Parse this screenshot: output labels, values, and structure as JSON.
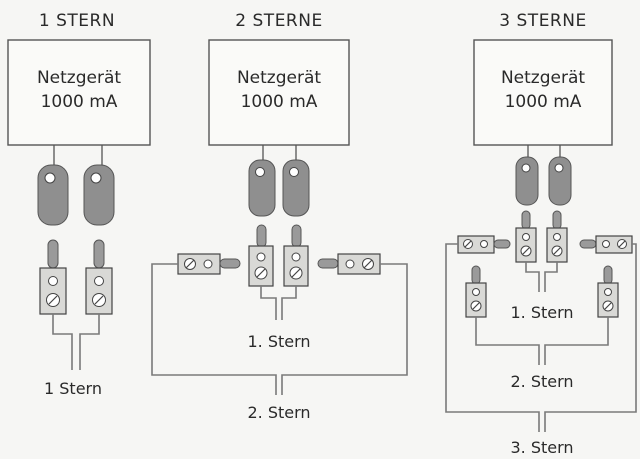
{
  "panels": [
    {
      "heading": "1 STERN",
      "psu": {
        "line1": "Netzgerät",
        "line2": "1000 mA"
      },
      "labels": [
        "1 Stern"
      ]
    },
    {
      "heading": "2 STERNE",
      "psu": {
        "line1": "Netzgerät",
        "line2": "1000 mA"
      },
      "labels": [
        "1. Stern",
        "2. Stern"
      ]
    },
    {
      "heading": "3 STERNE",
      "psu": {
        "line1": "Netzgerät",
        "line2": "1000 mA"
      },
      "labels": [
        "1. Stern",
        "2. Stern",
        "3. Stern"
      ]
    }
  ],
  "icons": {
    "adapter": "power-lug-icon",
    "terminal": "screw-terminal-icon"
  }
}
